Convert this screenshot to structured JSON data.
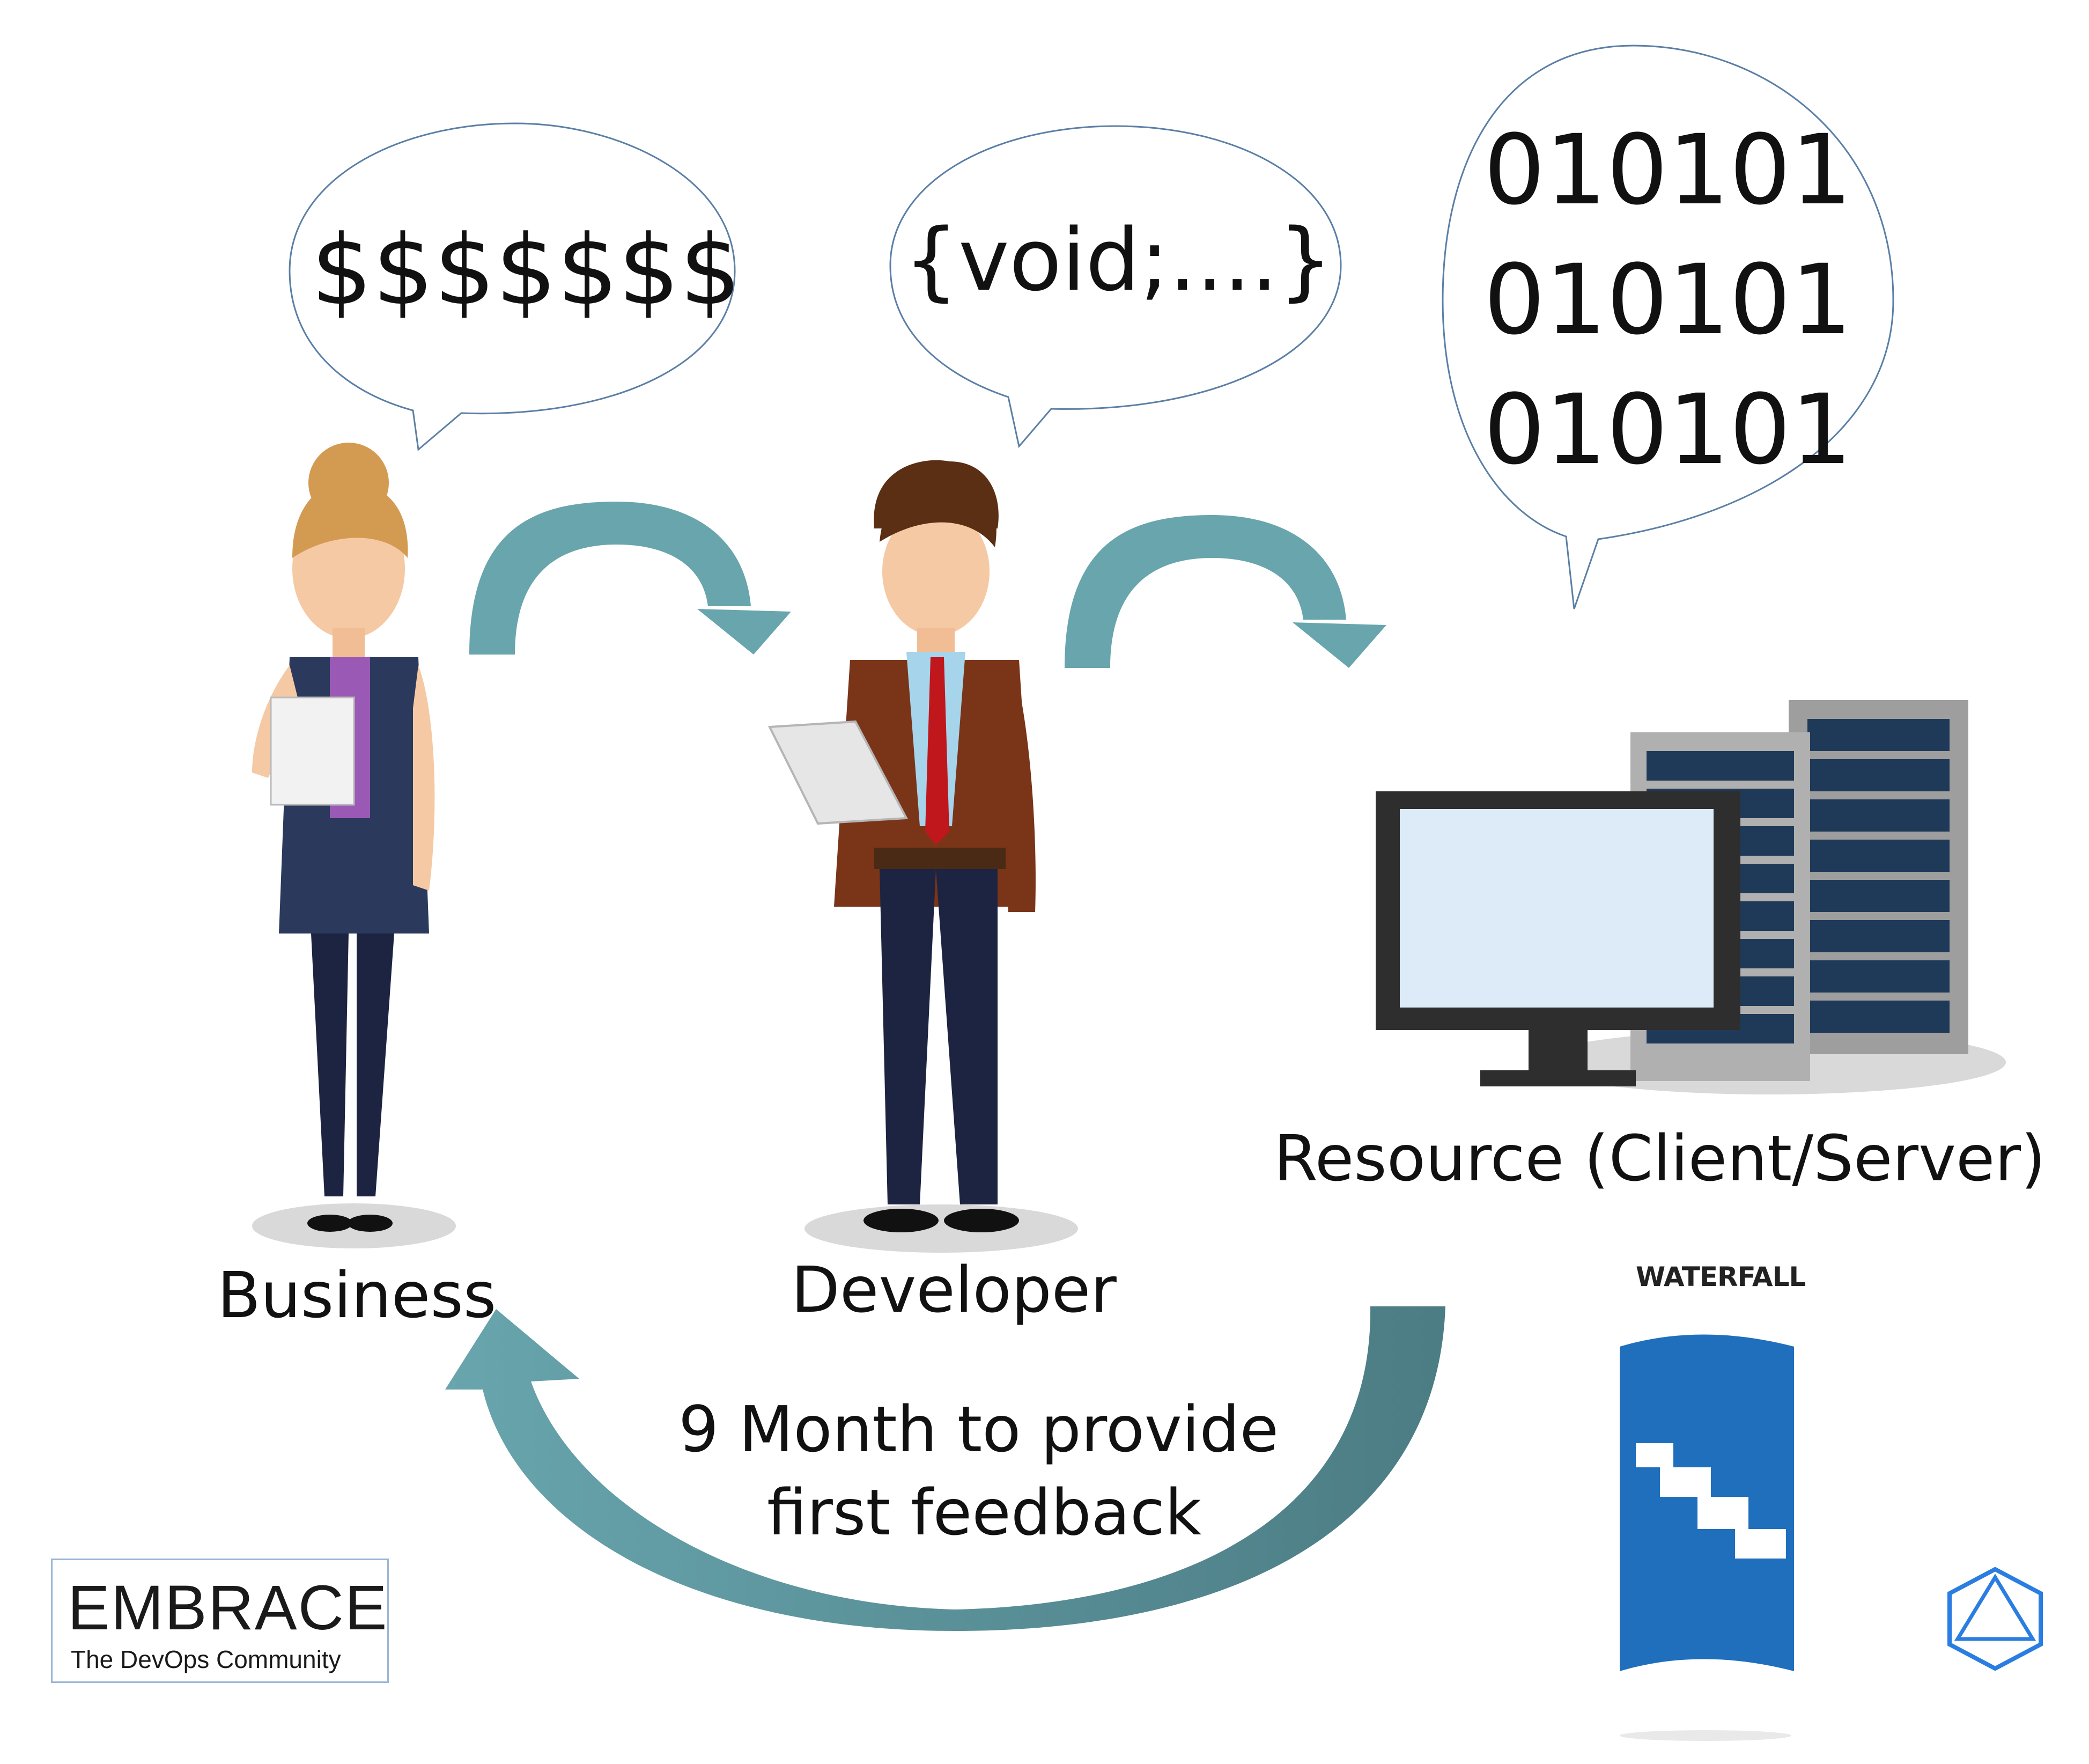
{
  "bubbles": {
    "business_text": "$$$$$$$",
    "developer_text": "{void;....}",
    "resource_lines": [
      "010101",
      "010101",
      "010101"
    ]
  },
  "labels": {
    "business": "Business",
    "developer": "Developer",
    "resource": "Resource (Client/Server)",
    "feedback_line1": "9 Month to provide",
    "feedback_line2": "first feedback"
  },
  "waterfall": {
    "label": "WATERFALL"
  },
  "logo": {
    "title": "EMBRACE",
    "subtitle": "The DevOps Community"
  },
  "colors": {
    "arrow": "#68a5ad",
    "arrow_dark": "#4f7f88",
    "bubble_stroke": "#5b7fa6",
    "waterfall_blue": "#1f6fbd",
    "logo_blue": "#2a7de1"
  }
}
